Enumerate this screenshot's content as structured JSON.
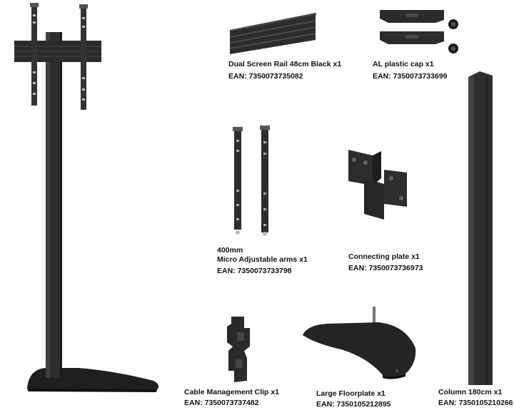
{
  "parts": [
    {
      "id": "rail",
      "lines": [
        "Dual Screen Rail 48cm Black x1",
        "EAN: 7350073735082"
      ]
    },
    {
      "id": "cap",
      "lines": [
        "AL plastic cap x1",
        "EAN: 7350073733699"
      ]
    },
    {
      "id": "arms",
      "lines": [
        "400mm",
        "Micro Adjustable arms x1",
        "EAN: 7350073733798"
      ]
    },
    {
      "id": "plate",
      "lines": [
        "Connecting plate x1",
        "EAN: 7350073736973"
      ]
    },
    {
      "id": "clip",
      "lines": [
        "Cable Management Clip x1",
        "EAN: 7350073737482"
      ]
    },
    {
      "id": "floorplate",
      "lines": [
        "Large Floorplate x1",
        "EAN: 7350105212895"
      ]
    },
    {
      "id": "column",
      "lines": [
        "Column 180cm x1",
        "EAN: 7350105210266"
      ]
    }
  ],
  "colors": {
    "metal_dark": "#2b2b2b",
    "metal_mid": "#3d3d3d",
    "metal_light": "#5a5a5a"
  }
}
